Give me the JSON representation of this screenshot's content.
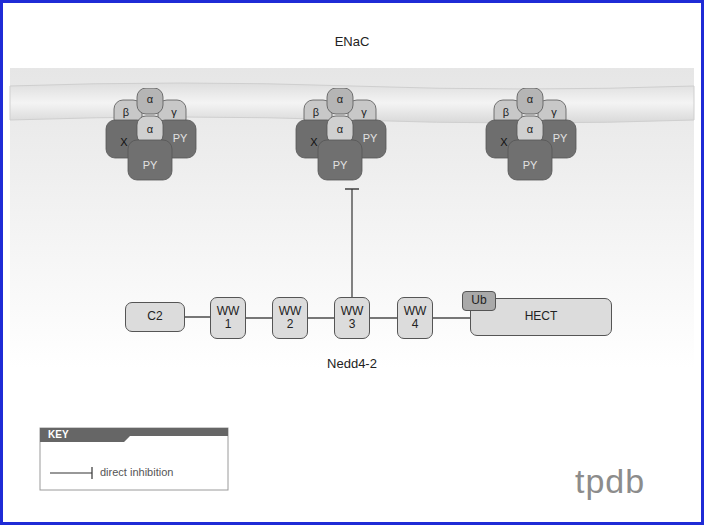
{
  "diagram": {
    "nodes": [
      {
        "text": [
          "α",
          "β",
          "γ",
          "X",
          "α",
          "PY",
          "PY"
        ]
      },
      {
        "text": [
          "α",
          "β",
          "γ",
          "X",
          "α",
          "PY",
          "PY"
        ]
      },
      {
        "text": [
          "α",
          "β",
          "γ",
          "X",
          "α",
          "PY",
          "PY"
        ]
      },
      {
        "text": [
          "C2"
        ]
      },
      {
        "text": [
          "WW 1"
        ]
      },
      {
        "text": [
          "WW 2"
        ]
      },
      {
        "text": [
          "WW 3"
        ]
      },
      {
        "text": [
          "WW 4"
        ]
      },
      {
        "text": [
          "HECT"
        ]
      },
      {
        "text": [
          "Ub"
        ],
        "in": 8
      }
    ],
    "edges": [
      {
        "from": 6,
        "to": 1,
        "arrow": "to"
      },
      {
        "from": 3,
        "to": 4,
        "arrow": "none"
      },
      {
        "from": 4,
        "to": 5,
        "arrow": "none"
      },
      {
        "from": 5,
        "to": 6,
        "arrow": "none"
      },
      {
        "from": 6,
        "to": 7,
        "arrow": "none"
      },
      {
        "from": 7,
        "to": 8,
        "arrow": "none"
      }
    ],
    "labels": [
      "ENaC",
      "Nedd4-2",
      "KEY",
      "tpdb"
    ],
    "legend": [
      {
        "text": "direct inhibition"
      }
    ]
  }
}
